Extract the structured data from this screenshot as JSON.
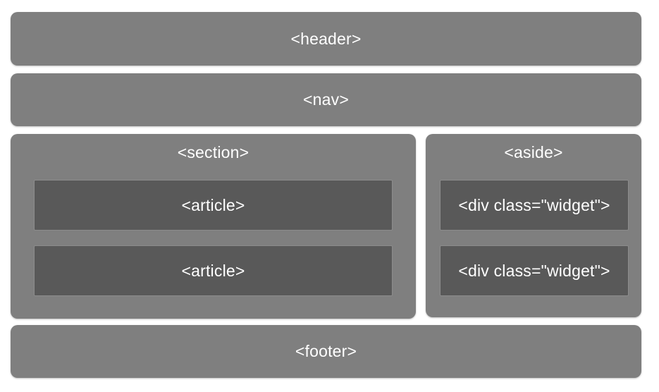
{
  "header": {
    "label": "<header>"
  },
  "nav": {
    "label": "<nav>"
  },
  "section": {
    "label": "<section>",
    "articles": [
      {
        "label": "<article>"
      },
      {
        "label": "<article>"
      }
    ]
  },
  "aside": {
    "label": "<aside>",
    "widgets": [
      {
        "label": "<div class=\"widget\">"
      },
      {
        "label": "<div class=\"widget\">"
      }
    ]
  },
  "footer": {
    "label": "<footer>"
  },
  "colors": {
    "outer_block": "#7f7f7f",
    "inner_block": "#595959",
    "text": "#ffffff"
  }
}
